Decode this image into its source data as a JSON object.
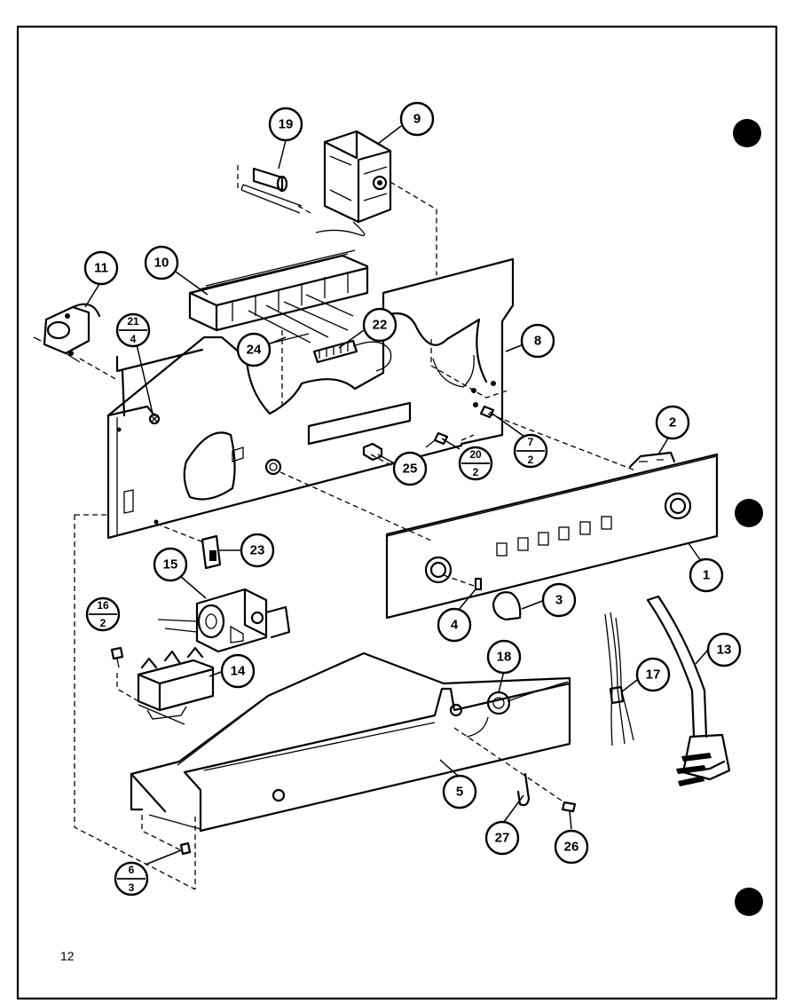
{
  "page_number": "12",
  "callouts": [
    {
      "id": "c19",
      "label": "19"
    },
    {
      "id": "c9",
      "label": "9"
    },
    {
      "id": "c11",
      "label": "11"
    },
    {
      "id": "c10",
      "label": "10"
    },
    {
      "id": "c21",
      "label": "21",
      "sub": "4"
    },
    {
      "id": "c22",
      "label": "22"
    },
    {
      "id": "c24",
      "label": "24"
    },
    {
      "id": "c8",
      "label": "8"
    },
    {
      "id": "c2",
      "label": "2"
    },
    {
      "id": "c7",
      "label": "7",
      "sub": "2"
    },
    {
      "id": "c20",
      "label": "20",
      "sub": "2"
    },
    {
      "id": "c25",
      "label": "25"
    },
    {
      "id": "c23",
      "label": "23"
    },
    {
      "id": "c15",
      "label": "15"
    },
    {
      "id": "c16",
      "label": "16",
      "sub": "2"
    },
    {
      "id": "c14",
      "label": "14"
    },
    {
      "id": "c1",
      "label": "1"
    },
    {
      "id": "c3",
      "label": "3"
    },
    {
      "id": "c4",
      "label": "4"
    },
    {
      "id": "c18",
      "label": "18"
    },
    {
      "id": "c13",
      "label": "13"
    },
    {
      "id": "c17",
      "label": "17"
    },
    {
      "id": "c5",
      "label": "5"
    },
    {
      "id": "c27",
      "label": "27"
    },
    {
      "id": "c26",
      "label": "26"
    },
    {
      "id": "c6",
      "label": "6",
      "sub": "3"
    }
  ]
}
